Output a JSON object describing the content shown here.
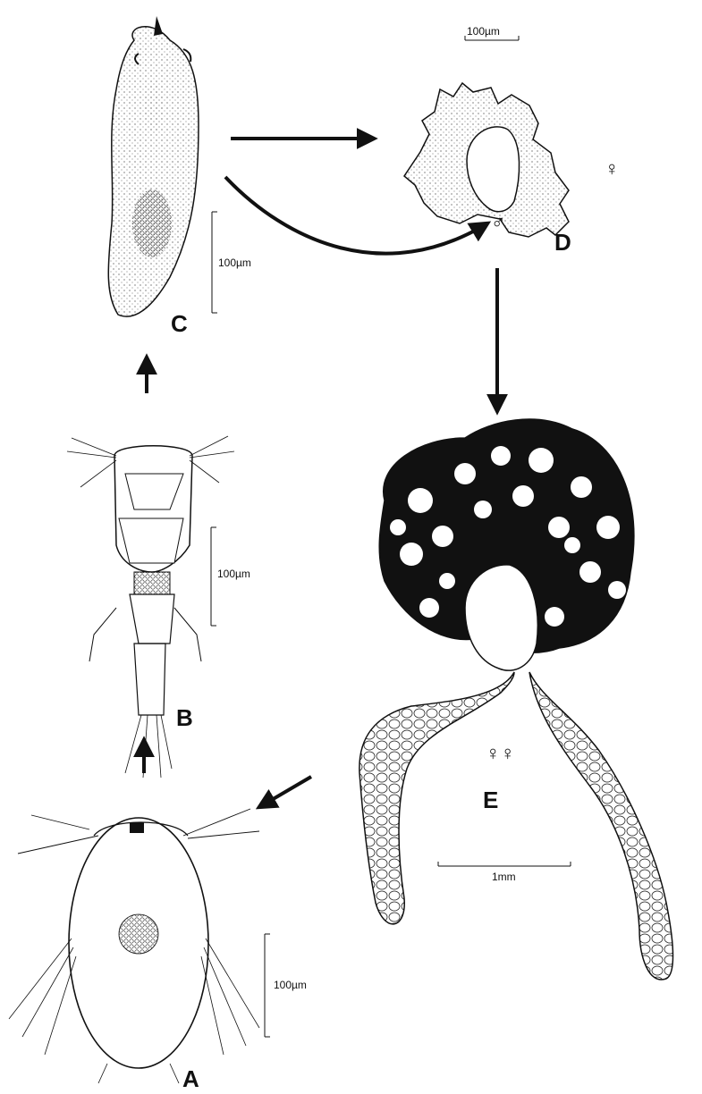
{
  "figure": {
    "panels": [
      {
        "id": "A",
        "label": "A",
        "scale_text": "100µm"
      },
      {
        "id": "B",
        "label": "B",
        "scale_text": "100µm"
      },
      {
        "id": "C",
        "label": "C",
        "scale_text": "100µm"
      },
      {
        "id": "D",
        "label": "D",
        "scale_text": "100µm",
        "female_symbol": "♀",
        "male_symbol": "♂"
      },
      {
        "id": "E",
        "label": "E",
        "scale_text": "1mm",
        "symbol": "♀♀"
      }
    ],
    "colors": {
      "ink": "#111111",
      "background": "#ffffff"
    }
  }
}
